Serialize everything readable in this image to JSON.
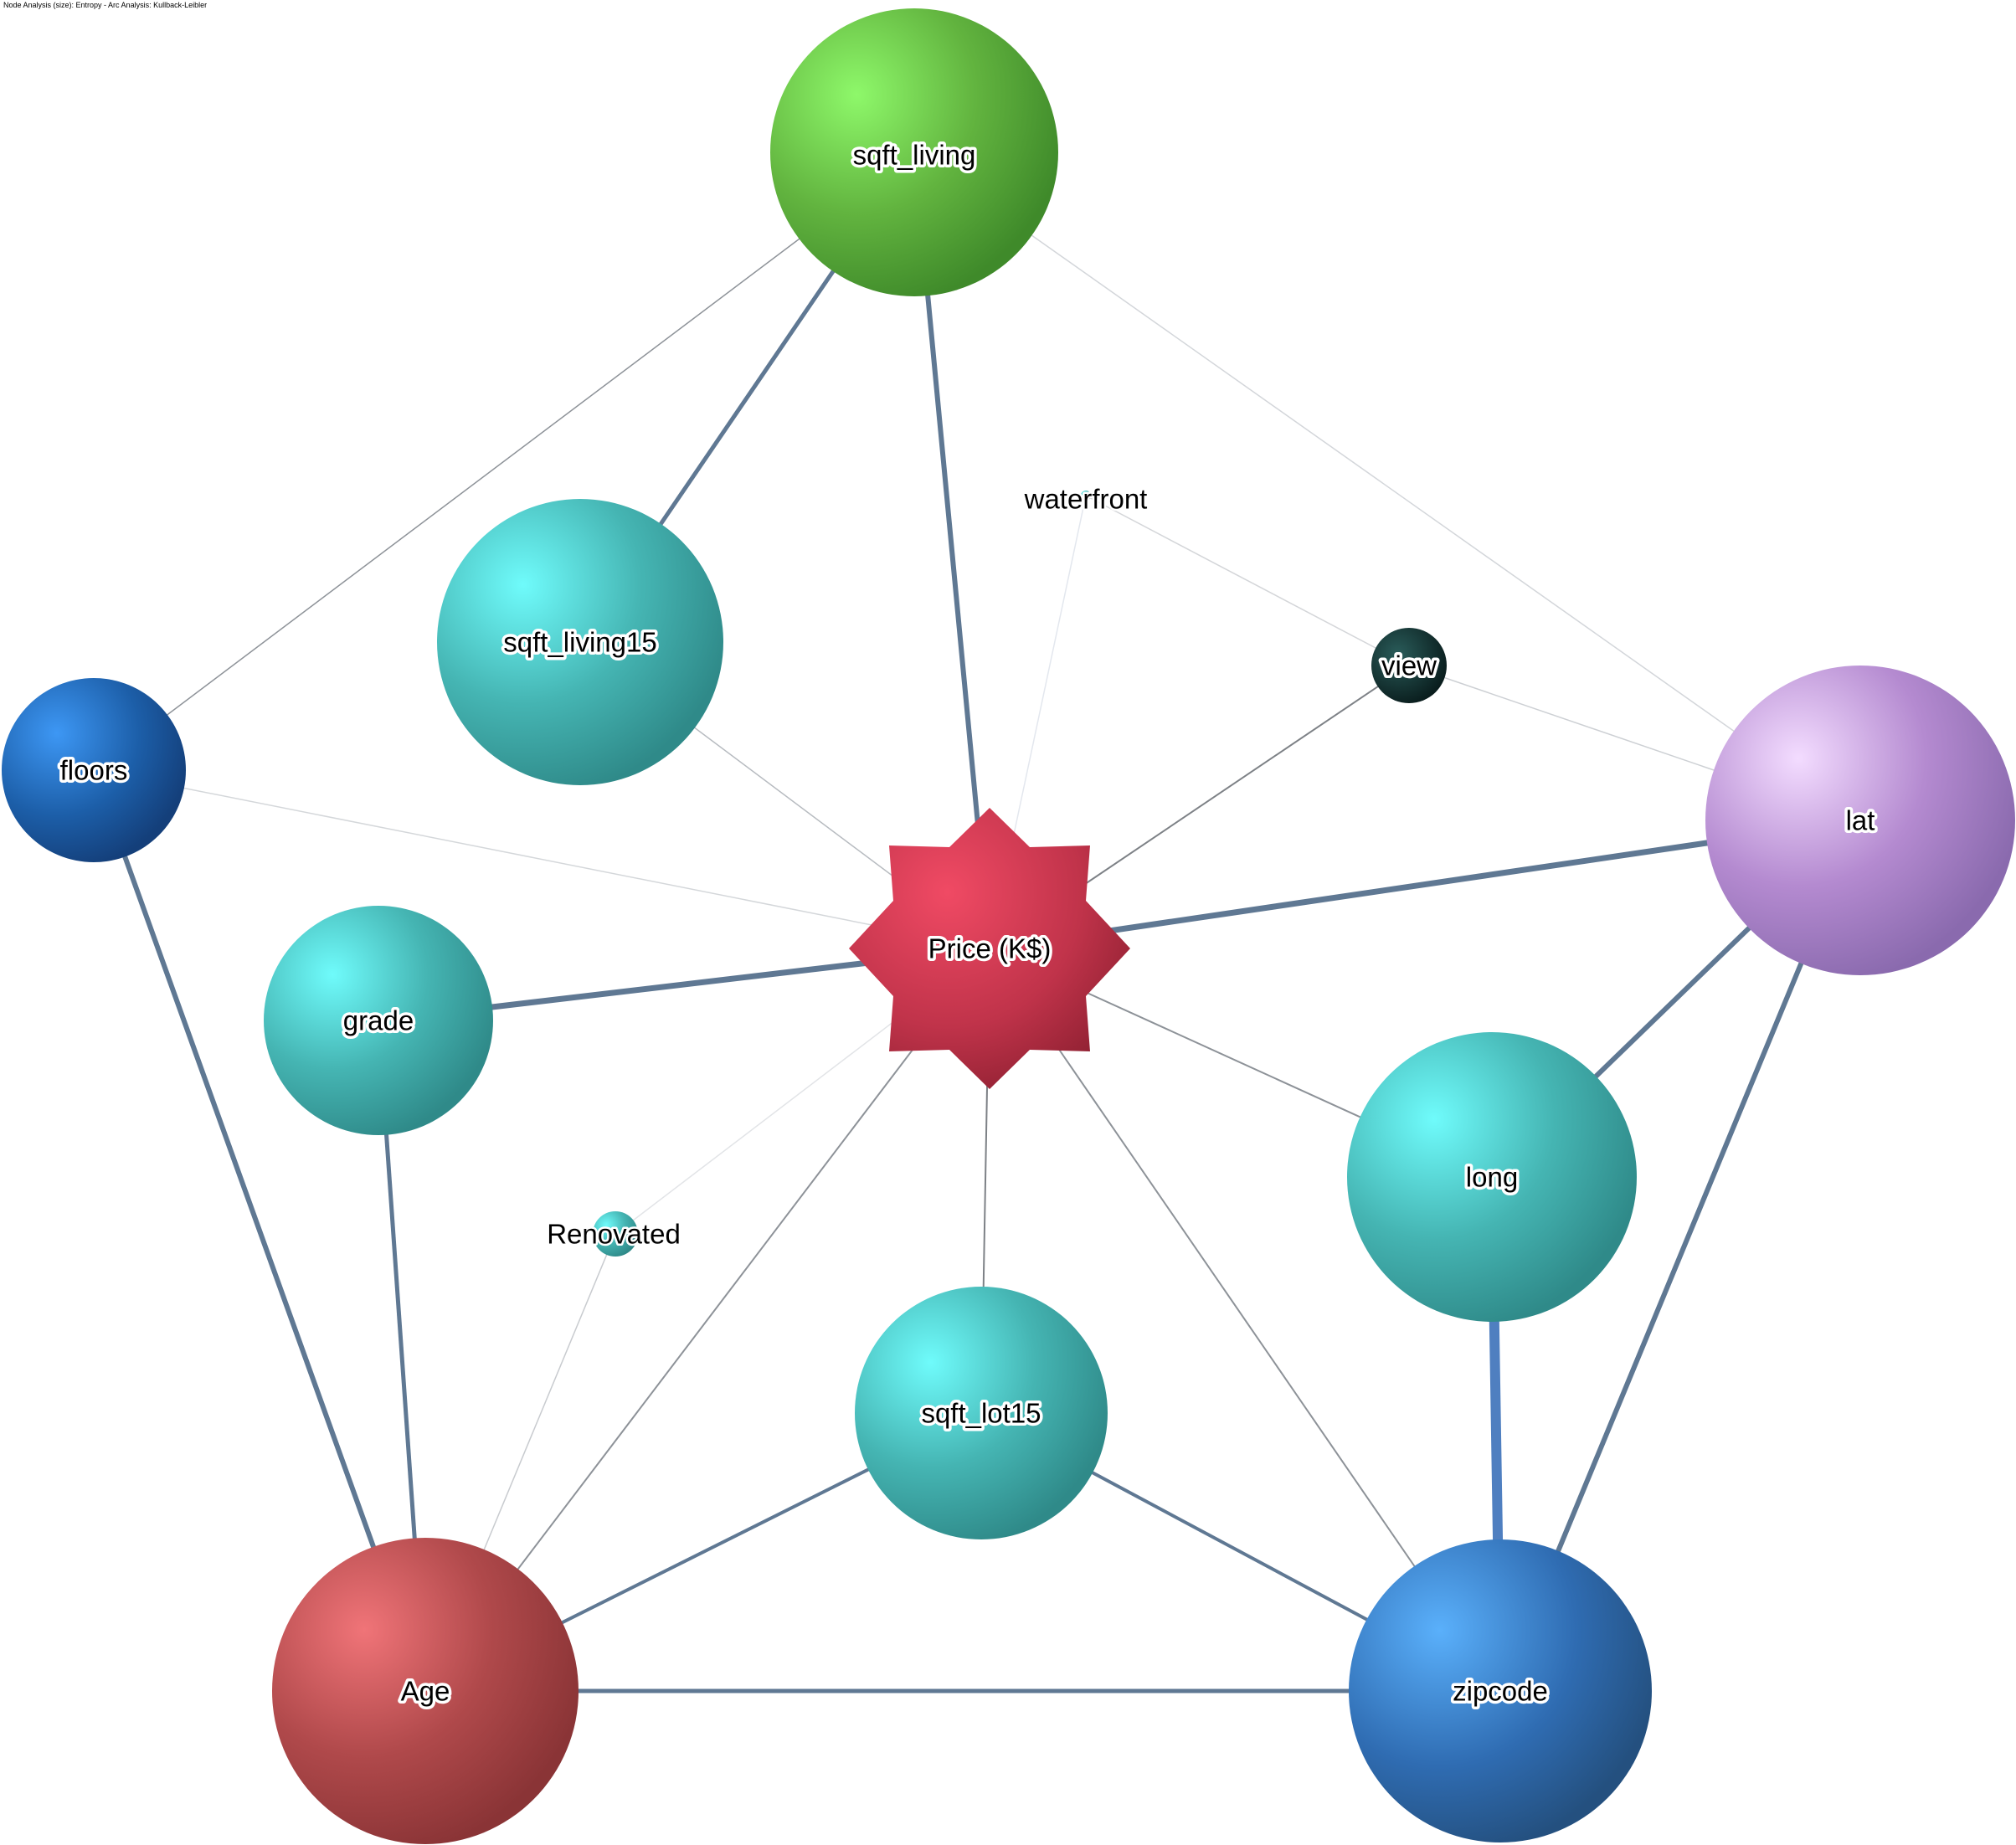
{
  "caption": "Node Analysis (size): Entropy  -  Arc Analysis: Kullback-Leibler",
  "nodes": {
    "price": "Price (K$)",
    "sqft_living": "sqft_living",
    "sqft_living15": "sqft_living15",
    "waterfront": "waterfront",
    "view": "view",
    "floors": "floors",
    "lat": "lat",
    "grade": "grade",
    "long": "long",
    "renovated": "Renovated",
    "sqft_lot15": "sqft_lot15",
    "age": "Age",
    "zipcode": "zipcode"
  },
  "colors": {
    "edge": "#5f7893",
    "edge_strong": "#4f7fc0",
    "edge_faint": "#c8cdd4",
    "price": "#c0334a",
    "sqft_living": "#5db53c",
    "teal": "#3fb6b2",
    "view": "#0e2a2a",
    "floors": "#1c5ea8",
    "lat": "#b48ad0",
    "age": "#b0494b",
    "zipcode": "#2f6cb2"
  }
}
